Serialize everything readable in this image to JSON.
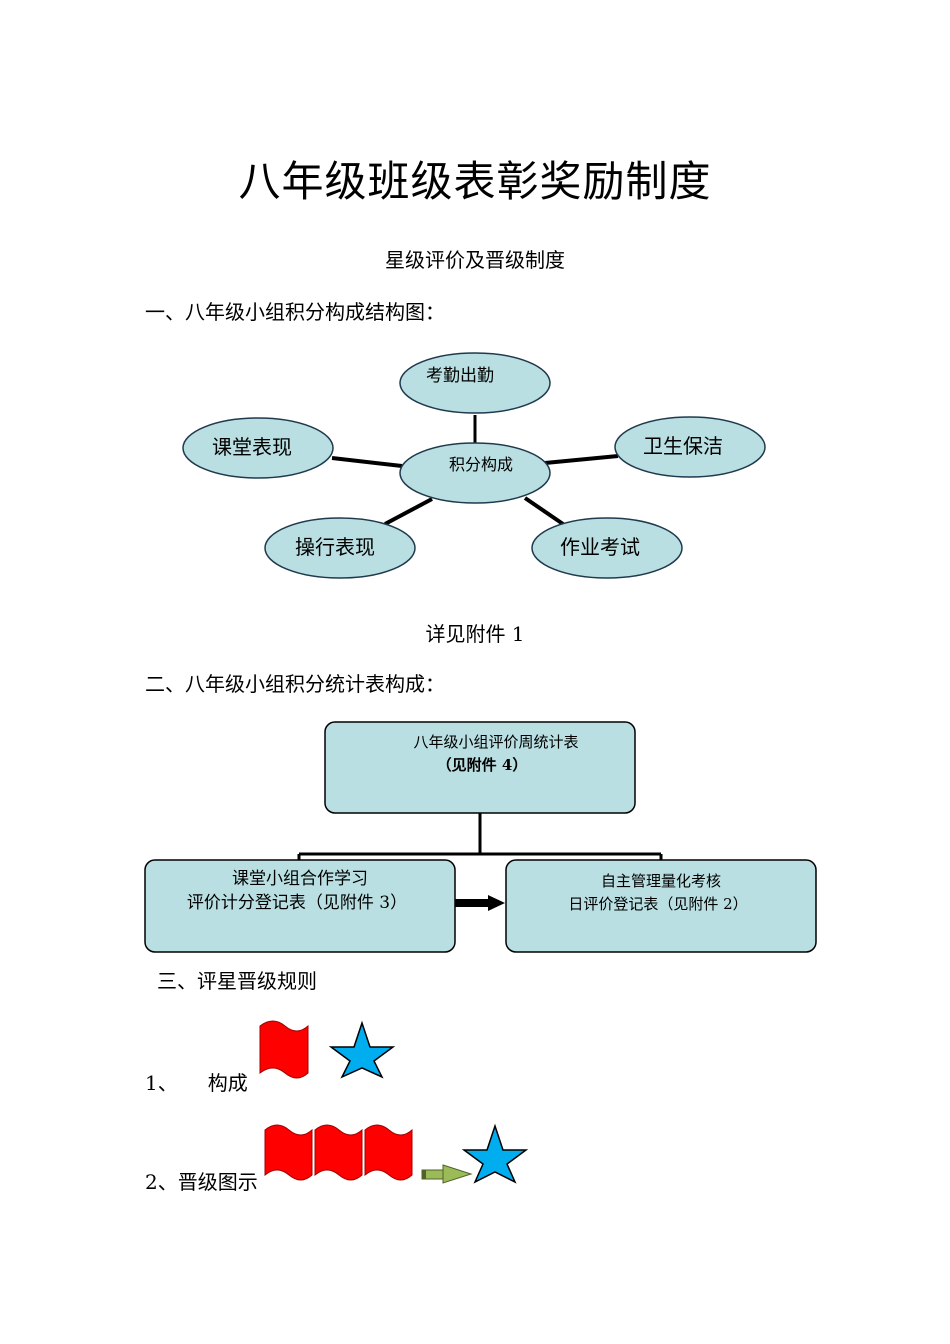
{
  "title": "八年级班级表彰奖励制度",
  "subtitle": "星级评价及晋级制度",
  "section1": {
    "heading": "一、八年级小组积分构成结构图：",
    "center": "积分构成",
    "nodes": {
      "top": "考勤出勤",
      "left": "课堂表现",
      "right": "卫生保洁",
      "bottom_left": "操行表现",
      "bottom_right": "作业考试"
    },
    "note": "详见附件 1"
  },
  "section2": {
    "heading": "二、八年级小组积分统计表构成：",
    "top_box": {
      "line1": "八年级小组评价周统计表",
      "line2": "（见附件 4）"
    },
    "left_box": {
      "line1": "课堂小组合作学习",
      "line2": "评价计分登记表（见附件 3）"
    },
    "right_box": {
      "line1": "自主管理量化考核",
      "line2": "日评价登记表（见附件 2）"
    }
  },
  "section3": {
    "heading": "三、评星晋级规则",
    "item1_label": "1、　　构成",
    "item2_label": "2、晋级图示"
  },
  "colors": {
    "node_fill": "#b9dfe2",
    "flag_red": "#ff0000",
    "star_blue": "#00aeef",
    "arrow_green": "#9bbb59"
  }
}
